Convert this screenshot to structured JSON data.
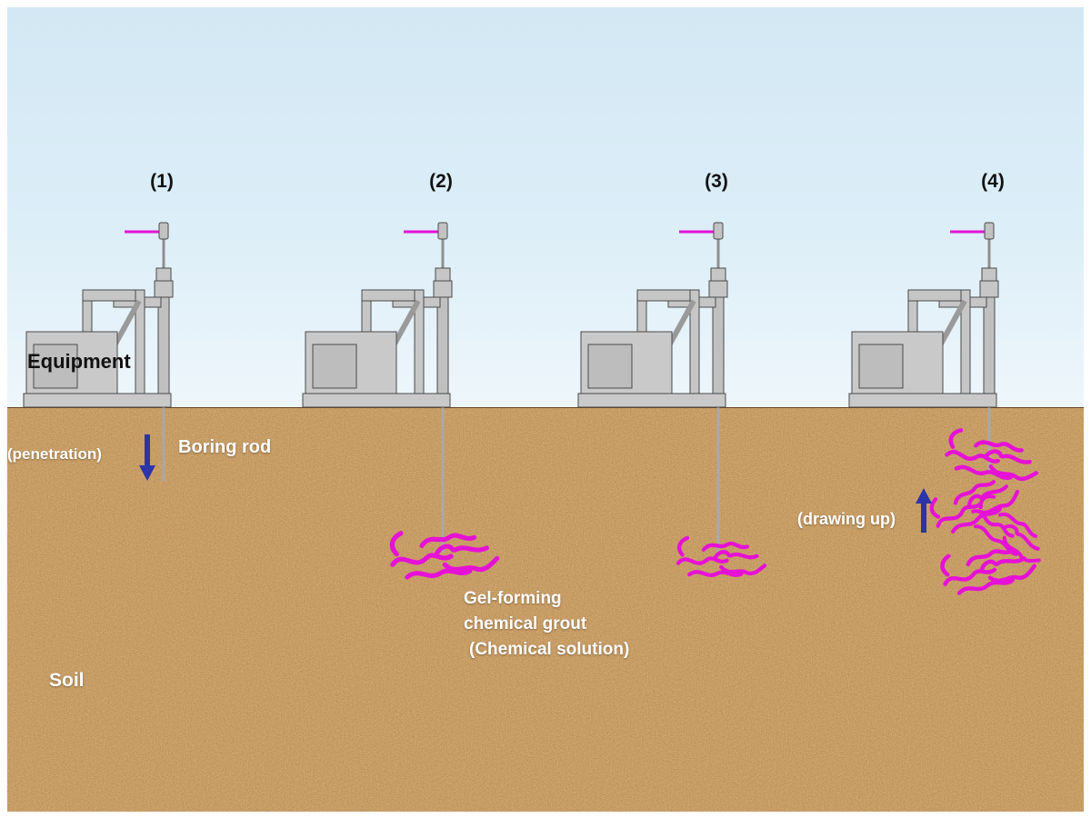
{
  "diagram": {
    "title_hint": "Chemical grouting process steps",
    "stages": [
      {
        "label": "(1)"
      },
      {
        "label": "(2)"
      },
      {
        "label": "(3)"
      },
      {
        "label": "(4)"
      }
    ],
    "labels": {
      "equipment": "Equipment",
      "penetration": "(penetration)",
      "boring_rod": "Boring rod",
      "grout_line1": "Gel-forming",
      "grout_line2": "chemical grout",
      "grout_line3": "(Chemical solution)",
      "drawing_up": "(drawing up)",
      "soil": "Soil"
    },
    "colors": {
      "sky": "#d3e8f4",
      "soil": "#8a5a2b",
      "grout": "#e611d6",
      "arrow": "#2b35a8",
      "machine_fill": "#c9c9c9",
      "machine_stroke": "#4a4a4a",
      "rod": "#a9a9a9"
    }
  }
}
